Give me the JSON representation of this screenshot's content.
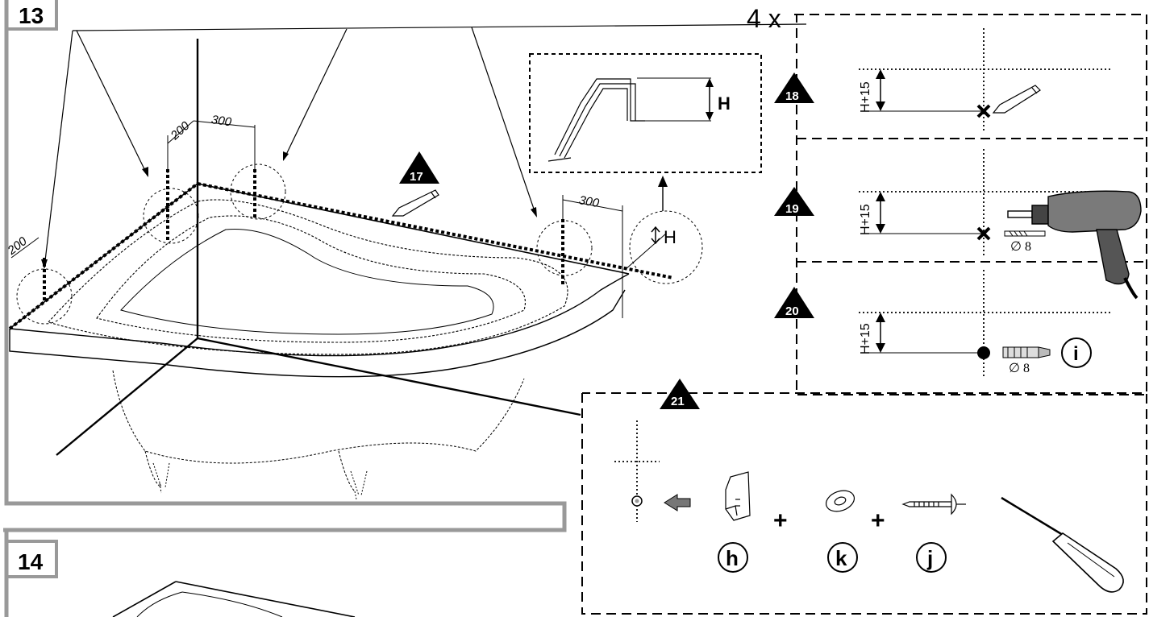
{
  "steps": {
    "main": "13",
    "next": "14",
    "mark": "17",
    "pencil": "18",
    "drill": "19",
    "plug": "20",
    "fix": "21"
  },
  "repeat_label": "4 x",
  "dimensions": {
    "left_200": "200",
    "corner_200": "200",
    "corner_300": "300",
    "right_300": "300",
    "height": "H",
    "offset": "H+15",
    "diameter": "∅ 8"
  },
  "parts": {
    "plug": "i",
    "bracket": "h",
    "washer": "k",
    "screw": "j"
  },
  "plus": "+",
  "colors": {
    "frame": "#999999",
    "ink": "#000000",
    "fill": "#ffffff"
  }
}
